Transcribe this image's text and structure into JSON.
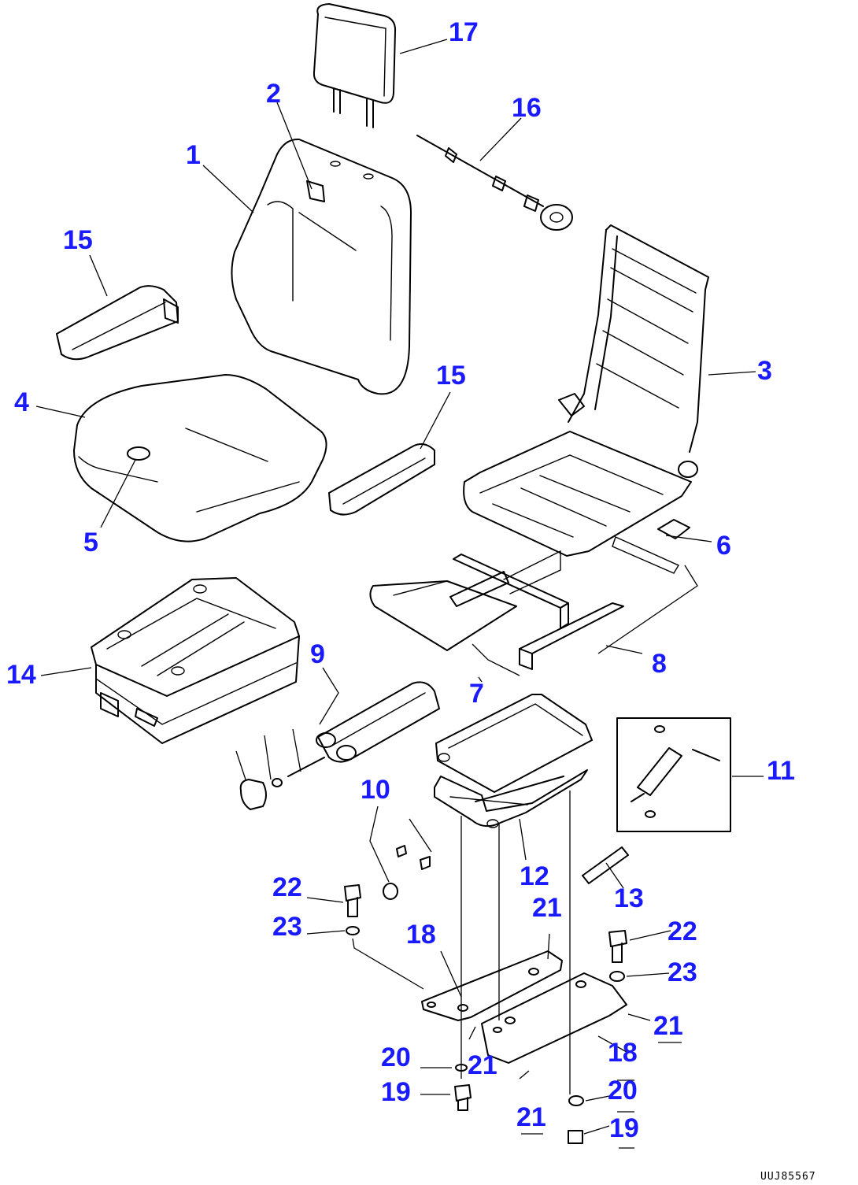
{
  "callout_color": "#1a1aff",
  "callouts": {
    "c1": "1",
    "c2": "2",
    "c3": "3",
    "c4": "4",
    "c5": "5",
    "c6": "6",
    "c7": "7",
    "c8": "8",
    "c9": "9",
    "c10": "10",
    "c11": "11",
    "c12": "12",
    "c13": "13",
    "c14": "14",
    "c15a": "15",
    "c15b": "15",
    "c16": "16",
    "c17": "17",
    "c18a": "18",
    "c18b": "18",
    "c19a": "19",
    "c19b": "19",
    "c20a": "20",
    "c20b": "20",
    "c21a": "21",
    "c21b": "21",
    "c21c": "21",
    "c21d": "21",
    "c22a": "22",
    "c22b": "22",
    "c23a": "23",
    "c23b": "23"
  },
  "drawing_code": "UUJ85567"
}
